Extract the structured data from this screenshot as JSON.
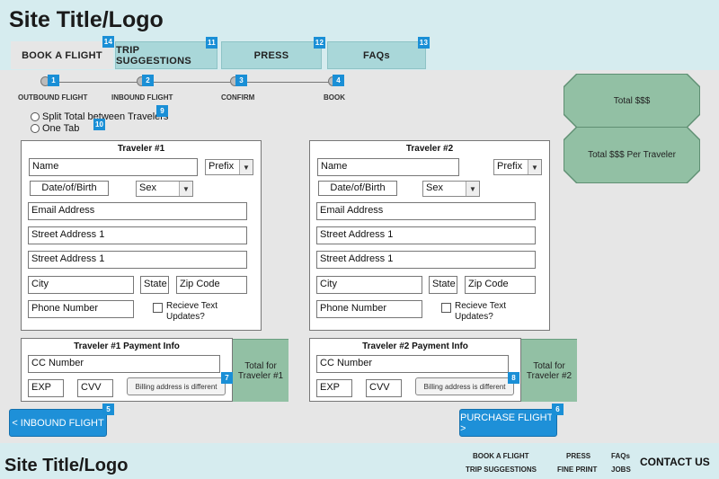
{
  "header": {
    "site_title": "Site Title/Logo"
  },
  "tabs": [
    {
      "label": "BOOK A FLIGHT",
      "badge": "14"
    },
    {
      "label": "TRIP SUGGESTIONS",
      "badge": "11"
    },
    {
      "label": "PRESS",
      "badge": "12"
    },
    {
      "label": "FAQs",
      "badge": "13"
    }
  ],
  "steps": [
    {
      "label": "OUTBOUND FLIGHT",
      "badge": "1"
    },
    {
      "label": "INBOUND FLIGHT",
      "badge": "2"
    },
    {
      "label": "CONFIRM",
      "badge": "3"
    },
    {
      "label": "BOOK",
      "badge": "4"
    }
  ],
  "split_options": {
    "split_label": "Split Total between Travelers",
    "split_badge": "9",
    "one_tab_label": "One Tab",
    "one_tab_badge": "10"
  },
  "traveler1": {
    "title": "Traveler #1",
    "name": "Name",
    "prefix": "Prefix",
    "dob": "Date/of/Birth",
    "sex": "Sex",
    "email": "Email Address",
    "street1": "Street Address 1",
    "street2": "Street Address 1",
    "city": "City",
    "state": "State",
    "zip": "Zip Code",
    "phone": "Phone Number",
    "text_updates": "Recieve Text Updates?"
  },
  "traveler2": {
    "title": "Traveler #2",
    "name": "Name",
    "prefix": "Prefix",
    "dob": "Date/of/Birth",
    "sex": "Sex",
    "email": "Email Address",
    "street1": "Street Address 1",
    "street2": "Street Address 1",
    "city": "City",
    "state": "State",
    "zip": "Zip Code",
    "phone": "Phone Number",
    "text_updates": "Recieve Text Updates?"
  },
  "payment1": {
    "title": "Traveler #1 Payment Info",
    "cc": "CC Number",
    "exp": "EXP",
    "cvv": "CVV",
    "billing": "Billing address is different",
    "billing_badge": "7",
    "total": "Total for Traveler #1"
  },
  "payment2": {
    "title": "Traveler #2 Payment Info",
    "cc": "CC Number",
    "exp": "EXP",
    "cvv": "CVV",
    "billing": "Billing address is different",
    "billing_badge": "8",
    "total": "Total for Traveler #2"
  },
  "totals": {
    "total": "Total $$$",
    "per_traveler": "Total $$$ Per Traveler"
  },
  "nav_buttons": {
    "back": "< INBOUND FLIGHT",
    "back_badge": "5",
    "purchase": "PURCHASE FLIGHT >",
    "purchase_badge": "6"
  },
  "footer": {
    "site_title": "Site Title/Logo",
    "links": [
      "BOOK A FLIGHT",
      "PRESS",
      "FAQs",
      "TRIP SUGGESTIONS",
      "FINE PRINT",
      "JOBS"
    ],
    "contact": "CONTACT US"
  },
  "colors": {
    "header_bg": "#d6ecef",
    "tab_inactive": "#a9d7d9",
    "badge_blue": "#1a8fd6",
    "total_green": "#92c0a4",
    "button_blue": "#1e90d8"
  }
}
